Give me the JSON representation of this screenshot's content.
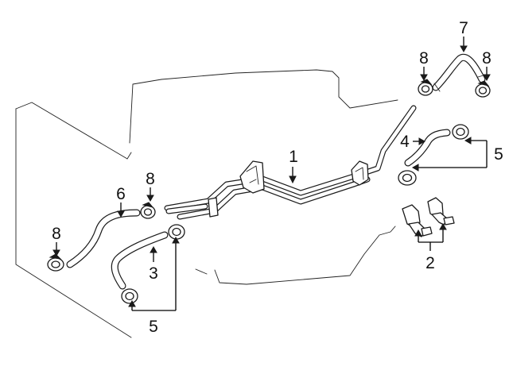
{
  "callouts": {
    "c1": "1",
    "c2": "2",
    "c3": "3",
    "c4": "4",
    "c5_right": "5",
    "c5_bottom": "5",
    "c6": "6",
    "c7": "7",
    "c8_top": "8",
    "c8_right": "8",
    "c8_mid": "8",
    "c8_left": "8"
  }
}
